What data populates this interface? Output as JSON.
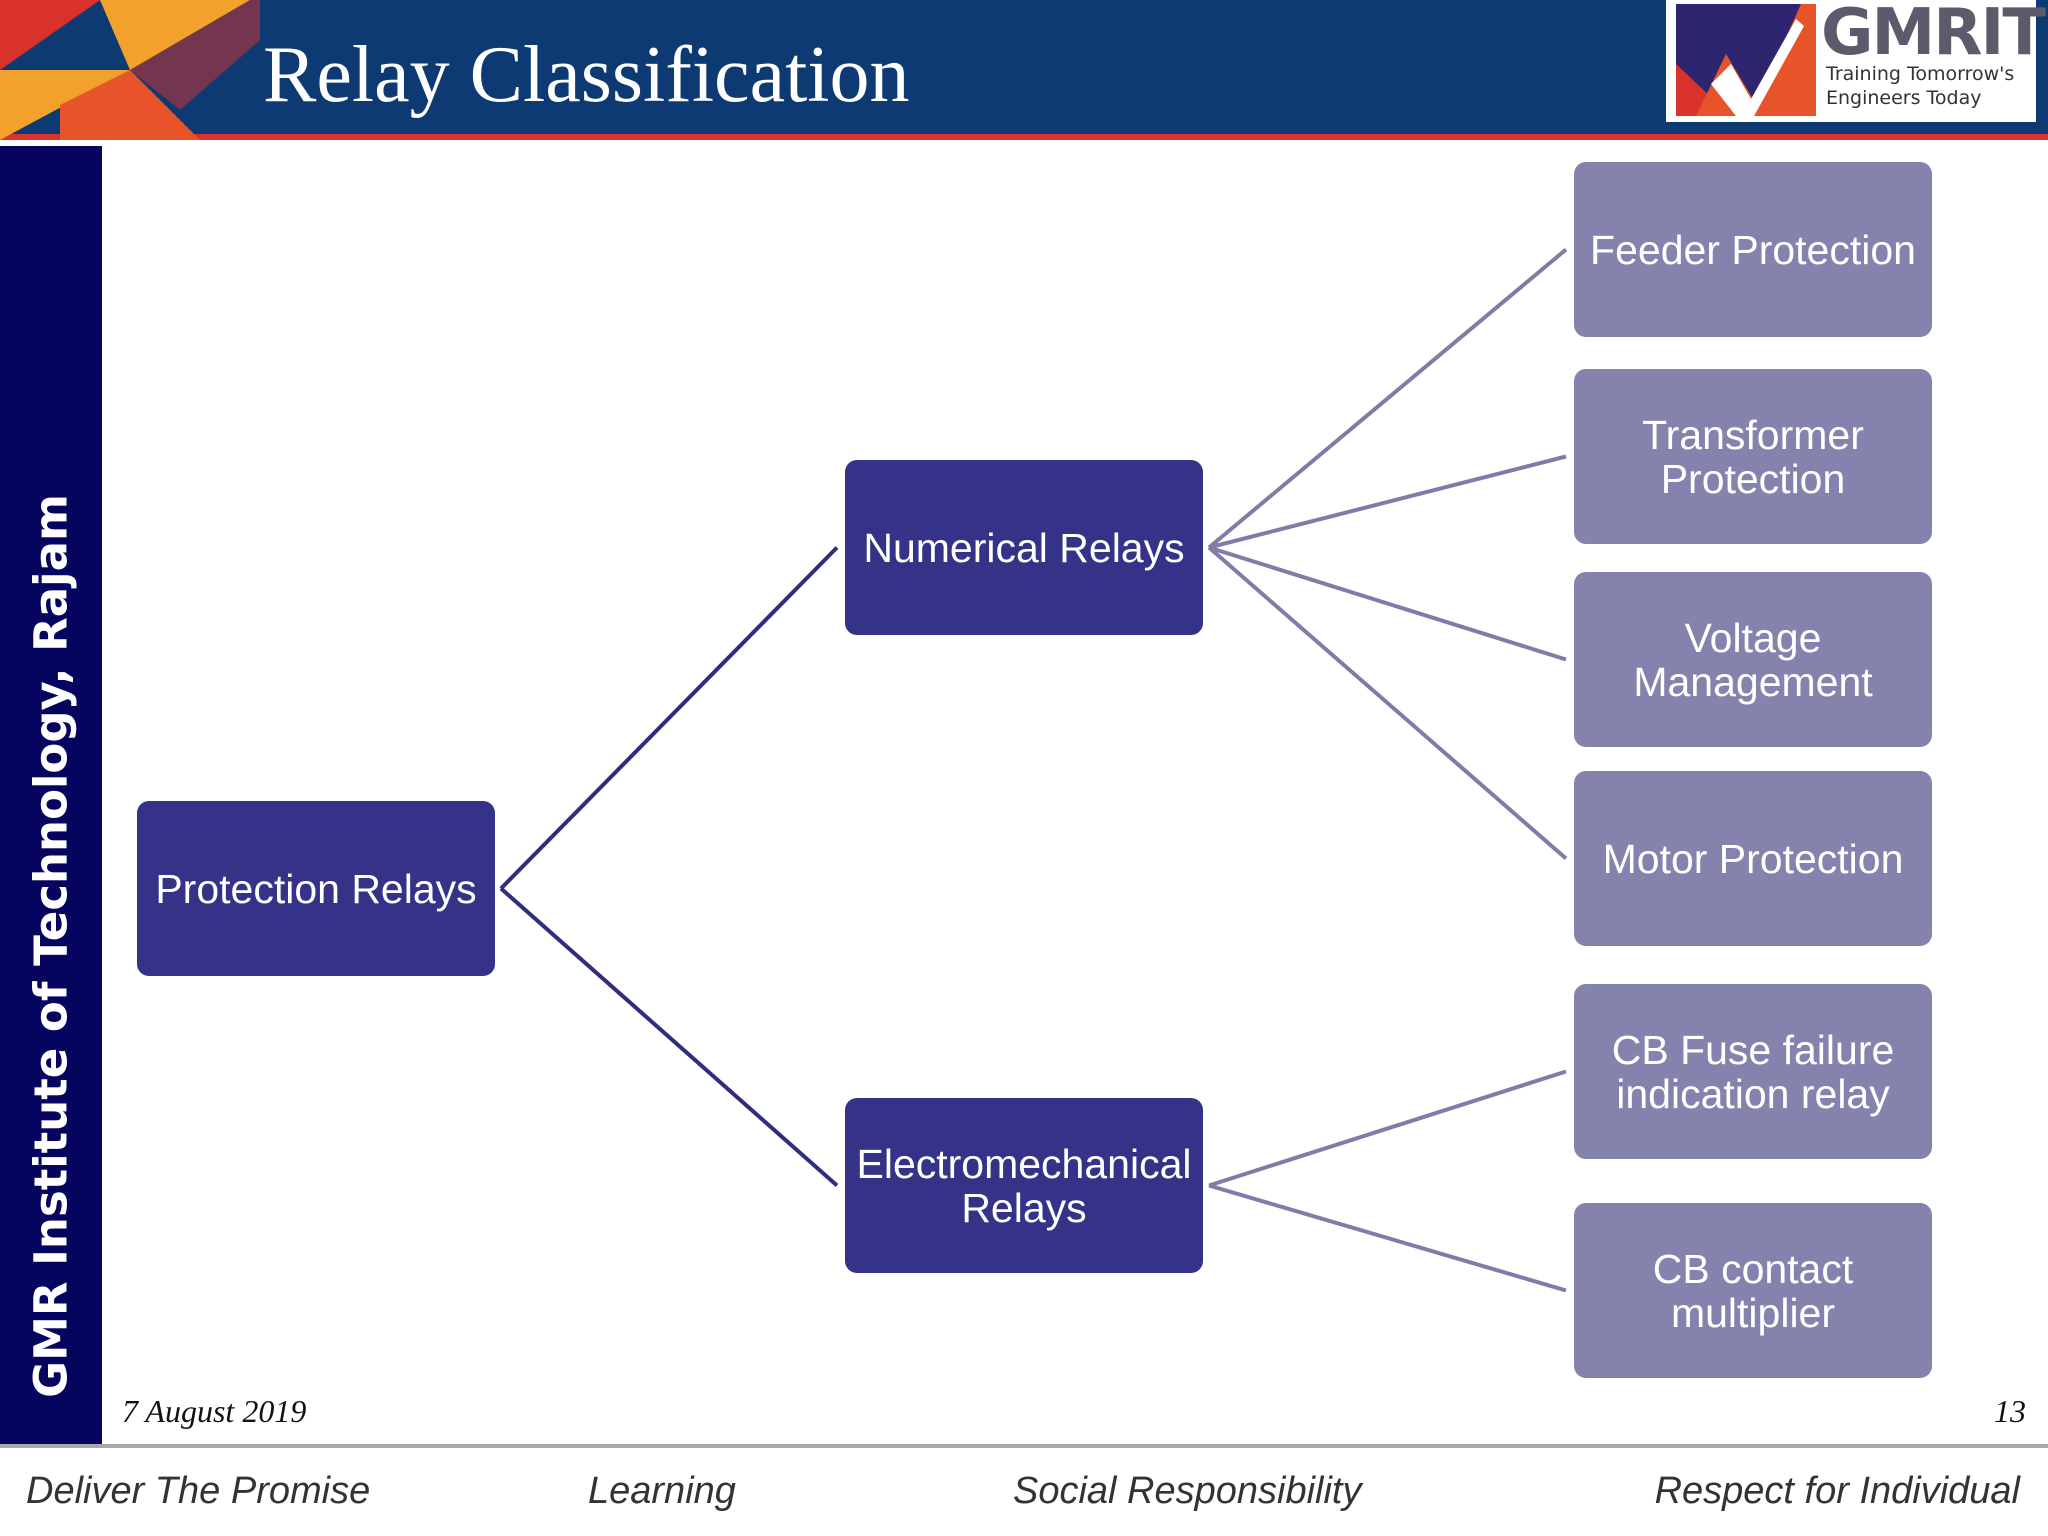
{
  "header": {
    "title": "Relay Classification",
    "background_color": "#0e3a73",
    "accent_color": "#d9322b"
  },
  "logo": {
    "name": "GMRIT",
    "tagline": "Training Tomorrow's Engineers Today"
  },
  "sidebar": {
    "text": "GMR Institute of Technology, Rajam",
    "background_color": "#050560"
  },
  "diagram": {
    "root": {
      "id": "protection",
      "label": "Protection Relays"
    },
    "branches": [
      {
        "id": "numerical",
        "label": "Numerical Relays",
        "parent": "protection"
      },
      {
        "id": "electromech",
        "label": "Electromechanical Relays",
        "parent": "protection"
      }
    ],
    "leaves": [
      {
        "id": "feeder",
        "label": "Feeder Protection",
        "parent": "numerical"
      },
      {
        "id": "transformer",
        "label": "Transformer Protection",
        "parent": "numerical"
      },
      {
        "id": "voltage",
        "label": "Voltage Management",
        "parent": "numerical"
      },
      {
        "id": "motor",
        "label": "Motor Protection",
        "parent": "numerical"
      },
      {
        "id": "cbfuse",
        "label": "CB Fuse failure indication relay",
        "parent": "electromech"
      },
      {
        "id": "cbcontact",
        "label": "CB contact multiplier",
        "parent": "electromech"
      }
    ],
    "colors": {
      "dark_node": "#343387",
      "light_node": "#8383ad",
      "dark_connector": "#2f2d7e",
      "light_connector": "#7f7ca8"
    }
  },
  "footer": {
    "date": "7 August 2019",
    "page_number": "13",
    "values": [
      "Deliver The Promise",
      "Learning",
      "Social Responsibility",
      "Respect for Individual"
    ]
  }
}
